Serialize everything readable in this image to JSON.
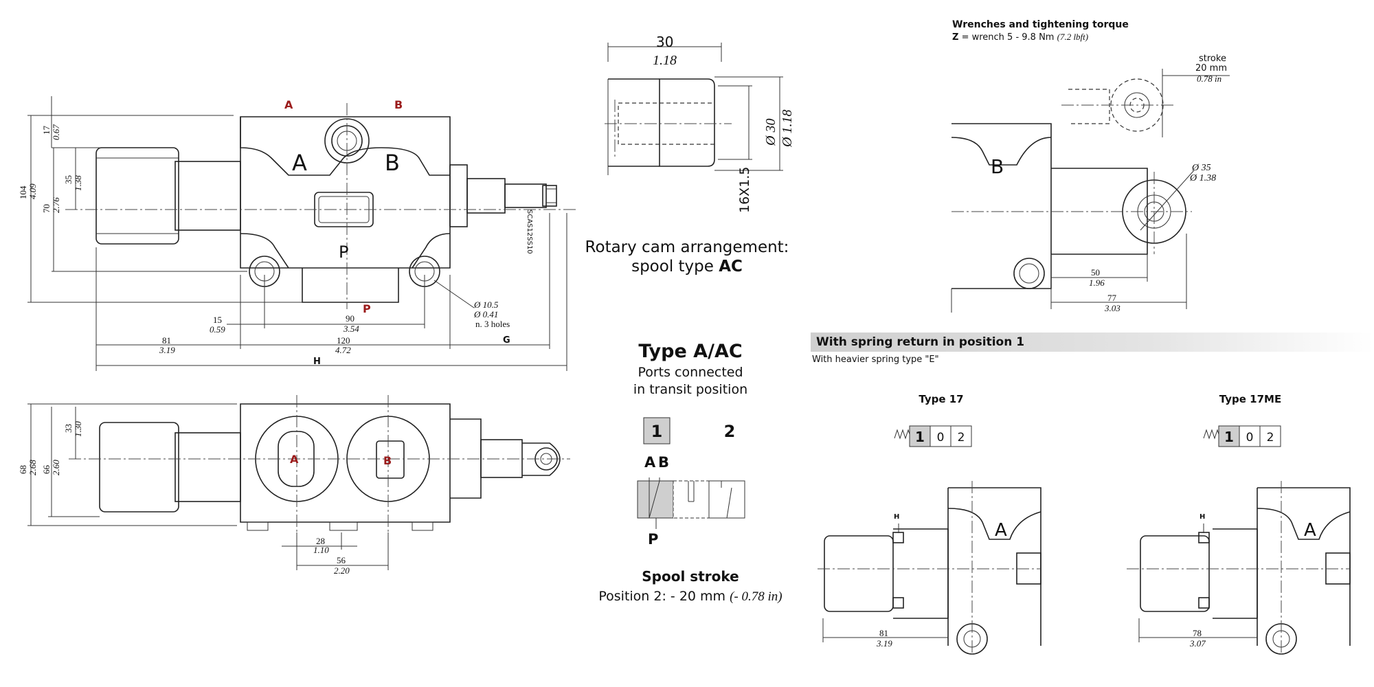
{
  "dims": {
    "d30": "30",
    "d118": "1.18",
    "dia30": "Ø 30",
    "dia118": "Ø 1.18",
    "thread": "16X1.5",
    "d104": "104",
    "d409": "4.09",
    "d70": "70",
    "d276": "2.76",
    "d17": "17",
    "d067": "0.67",
    "d35": "35",
    "d138": "1.38",
    "d15": "15",
    "d059": "0.59",
    "d90": "90",
    "d354": "3.54",
    "hole1": "Ø 10.5",
    "hole2": "Ø 0.41",
    "hole3": "n. 3 holes",
    "d81": "81",
    "d319": "3.19",
    "d120": "120",
    "d472": "4.72",
    "g": "G",
    "h": "H",
    "d68": "68",
    "d268": "2.68",
    "d66": "66",
    "d260": "2.60",
    "d33": "33",
    "d130": "1.30",
    "d28": "28",
    "d110": "1.10",
    "d56": "56",
    "d220": "2.20",
    "stroke_l": "stroke",
    "stroke_mm": "20 mm",
    "stroke_in": "0.78 in",
    "d35b": "Ø 35",
    "d138b": "Ø 1.38",
    "d50": "50",
    "d196": "1.96",
    "d77": "77",
    "d303": "3.03",
    "d81b": "81",
    "d319b": "3.19",
    "d78": "78",
    "d307": "3.07",
    "hmark": "H",
    "hmark2": "H"
  },
  "ports": {
    "a": "A",
    "b": "B",
    "p": "P",
    "a2": "A",
    "b2": "B",
    "a_body": "A",
    "b_body": "B",
    "p_body": "P",
    "b_right": "B",
    "a_s1": "A",
    "a_s2": "A"
  },
  "part_code": "SCAS12SS10",
  "rotary": {
    "line1": "Rotary cam arrangement:",
    "line2_pre": "spool type ",
    "line2_bold": "AC"
  },
  "type_ac": {
    "title": "Type A/AC",
    "desc1": "Ports connected",
    "desc2": "in transit position",
    "pos1": "1",
    "pos2": "2",
    "lbl_a": "A",
    "lbl_b": "B",
    "lbl_p": "P",
    "stroke_title": "Spool stroke",
    "stroke_text": "Position 2: - 20 mm ",
    "stroke_in": "(- 0.78 in)"
  },
  "wrenches": {
    "title": "Wrenches and tightening torque",
    "z": "Z",
    "text": " = wrench 5 - 9.8 Nm ",
    "lbft": "(7.2 lbft)"
  },
  "spring": {
    "banner": "With spring return in position 1",
    "sub": "With heavier spring type \"E\"",
    "type17": {
      "title": "Type 17",
      "p1": "1",
      "p0": "0",
      "p2": "2"
    },
    "type17me": {
      "title": "Type 17ME",
      "p1": "1",
      "p0": "0",
      "p2": "2"
    }
  }
}
